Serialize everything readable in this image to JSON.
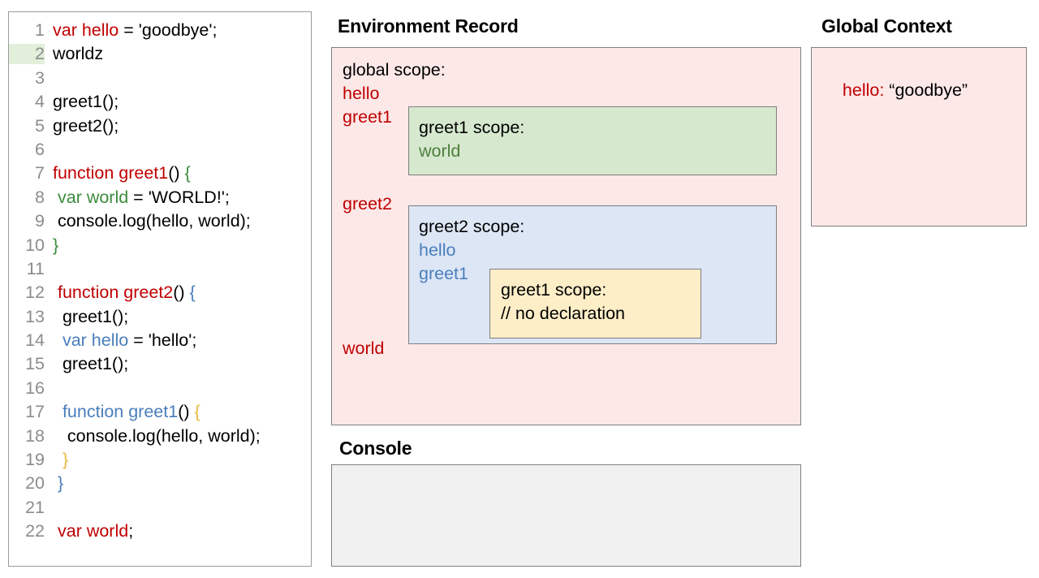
{
  "code_panel": {
    "highlighted_line": 2,
    "lines": [
      {
        "num": "1",
        "tokens": [
          {
            "t": "var hello",
            "c": "red"
          },
          {
            "t": " = 'goodbye';",
            "c": "black"
          }
        ]
      },
      {
        "num": "2",
        "tokens": [
          {
            "t": "worldz",
            "c": "black"
          }
        ]
      },
      {
        "num": "3",
        "tokens": [
          {
            "t": "",
            "c": "black"
          }
        ]
      },
      {
        "num": "4",
        "tokens": [
          {
            "t": "greet1();",
            "c": "black"
          }
        ]
      },
      {
        "num": "5",
        "tokens": [
          {
            "t": "greet2();",
            "c": "black"
          }
        ]
      },
      {
        "num": "6",
        "tokens": [
          {
            "t": "",
            "c": "black"
          }
        ]
      },
      {
        "num": "7",
        "tokens": [
          {
            "t": "function greet1",
            "c": "red"
          },
          {
            "t": "() ",
            "c": "black"
          },
          {
            "t": "{",
            "c": "green"
          }
        ]
      },
      {
        "num": "8",
        "tokens": [
          {
            "t": " ",
            "c": "black"
          },
          {
            "t": "var world",
            "c": "green"
          },
          {
            "t": " = 'WORLD!';",
            "c": "black"
          }
        ]
      },
      {
        "num": "9",
        "tokens": [
          {
            "t": " console.log(hello, world);",
            "c": "black"
          }
        ]
      },
      {
        "num": "10",
        "tokens": [
          {
            "t": "}",
            "c": "green"
          }
        ]
      },
      {
        "num": "11",
        "tokens": [
          {
            "t": "",
            "c": "black"
          }
        ]
      },
      {
        "num": "12",
        "tokens": [
          {
            "t": " ",
            "c": "black"
          },
          {
            "t": "function greet2",
            "c": "red"
          },
          {
            "t": "() ",
            "c": "black"
          },
          {
            "t": "{",
            "c": "blue"
          }
        ]
      },
      {
        "num": "13",
        "tokens": [
          {
            "t": "  greet1();",
            "c": "black"
          }
        ]
      },
      {
        "num": "14",
        "tokens": [
          {
            "t": "  ",
            "c": "black"
          },
          {
            "t": "var hello",
            "c": "blue"
          },
          {
            "t": " = 'hello';",
            "c": "black"
          }
        ]
      },
      {
        "num": "15",
        "tokens": [
          {
            "t": "  greet1();",
            "c": "black"
          }
        ]
      },
      {
        "num": "16",
        "tokens": [
          {
            "t": "",
            "c": "black"
          }
        ]
      },
      {
        "num": "17",
        "tokens": [
          {
            "t": "  ",
            "c": "black"
          },
          {
            "t": "function greet1",
            "c": "blue"
          },
          {
            "t": "() ",
            "c": "black"
          },
          {
            "t": "{",
            "c": "yellow"
          }
        ]
      },
      {
        "num": "18",
        "tokens": [
          {
            "t": "   console.log(hello, world);",
            "c": "black"
          }
        ]
      },
      {
        "num": "19",
        "tokens": [
          {
            "t": "  ",
            "c": "black"
          },
          {
            "t": "}",
            "c": "yellow"
          }
        ]
      },
      {
        "num": "20",
        "tokens": [
          {
            "t": " ",
            "c": "black"
          },
          {
            "t": "}",
            "c": "blue"
          }
        ]
      },
      {
        "num": "21",
        "tokens": [
          {
            "t": "",
            "c": "black"
          }
        ]
      },
      {
        "num": "22",
        "tokens": [
          {
            "t": " ",
            "c": "black"
          },
          {
            "t": "var world",
            "c": "red"
          },
          {
            "t": ";",
            "c": "black"
          }
        ]
      }
    ]
  },
  "environment_record": {
    "title": "Environment Record",
    "global_scope_label": "global scope:",
    "bindings": [
      {
        "name": "hello"
      },
      {
        "name": "greet1"
      },
      {
        "name": "greet2"
      },
      {
        "name": "world"
      }
    ],
    "greet1_scope": {
      "title": "greet1 scope:",
      "binding": "world"
    },
    "greet2_scope": {
      "title": "greet2 scope:",
      "binding_hello": "hello",
      "binding_greet1": "greet1",
      "nested_greet1_scope": {
        "title": "greet1 scope:",
        "note": "// no declaration"
      }
    }
  },
  "console": {
    "title": "Console",
    "output": ""
  },
  "global_context": {
    "title": "Global Context",
    "entry_key": "hello: ",
    "entry_value": "“goodbye”"
  },
  "colors": {
    "scope_global_bg": "#fde8e8",
    "scope_greet1_bg": "#d6e8ce",
    "scope_greet2_bg": "#dce6f5",
    "scope_nested_bg": "#fdeec8",
    "console_bg": "#f1f1f1",
    "border": "#7f7f7f",
    "token_red": "#c00000",
    "token_green": "#3c8b3c",
    "token_blue": "#4a7ebb",
    "token_yellow": "#e8b83c",
    "line_highlight": "#e2efda"
  }
}
